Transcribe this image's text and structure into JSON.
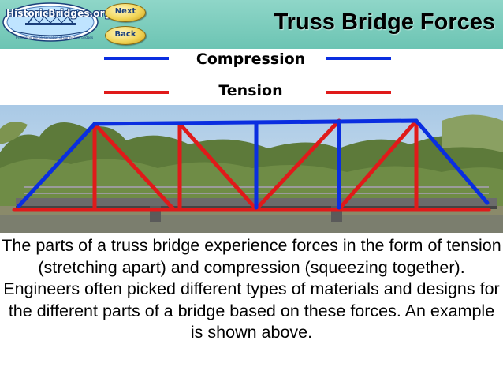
{
  "header": {
    "logo": {
      "site_name": "HistoricBridges.org",
      "tagline": "Promoting the preservation of our historic bridges"
    },
    "next_label": "Next",
    "back_label": "Back",
    "title": "Truss Bridge Forces"
  },
  "legend": {
    "compression_label": "Compression",
    "compression_color": "#0a2ee0",
    "tension_label": "Tension",
    "tension_color": "#e01a1a"
  },
  "photo": {
    "subject": "Pratt through truss bridge with members highlighted by force type"
  },
  "caption": "The parts of a truss bridge experience forces in the form of tension (stretching apart) and compression (squeezing together). Engineers often picked different types of materials and designs for the different parts of a bridge based on these forces. An example is shown above."
}
